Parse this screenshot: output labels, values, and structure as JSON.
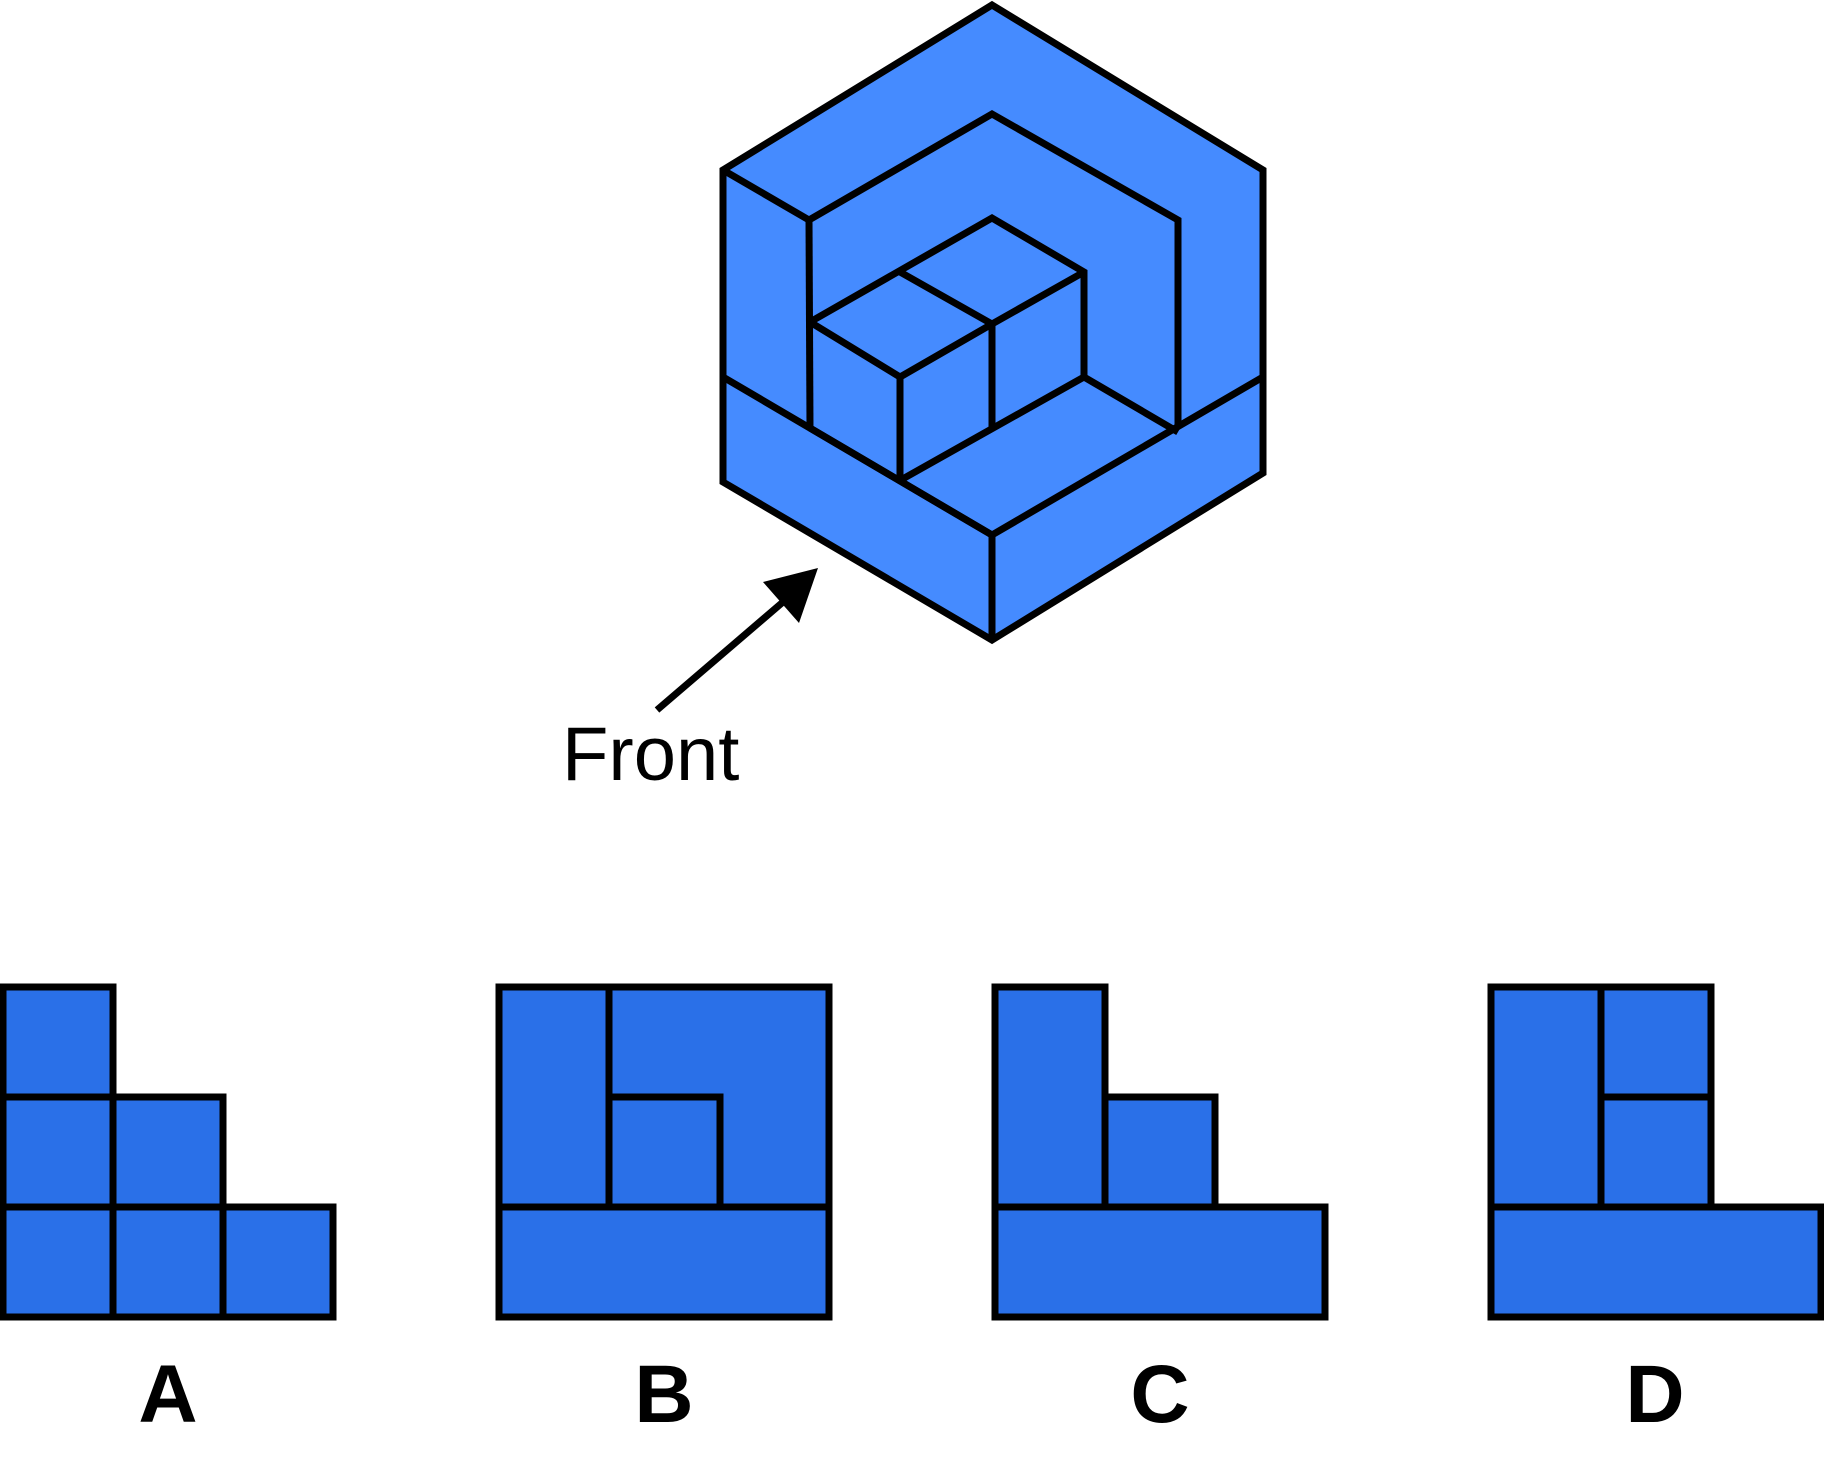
{
  "figure": {
    "front_label": "Front",
    "options": [
      {
        "label": "A"
      },
      {
        "label": "B"
      },
      {
        "label": "C"
      },
      {
        "label": "D"
      }
    ]
  },
  "colors": {
    "isometric_face": "#458bff",
    "option_face": "#2a70e8",
    "outline": "#000000"
  }
}
